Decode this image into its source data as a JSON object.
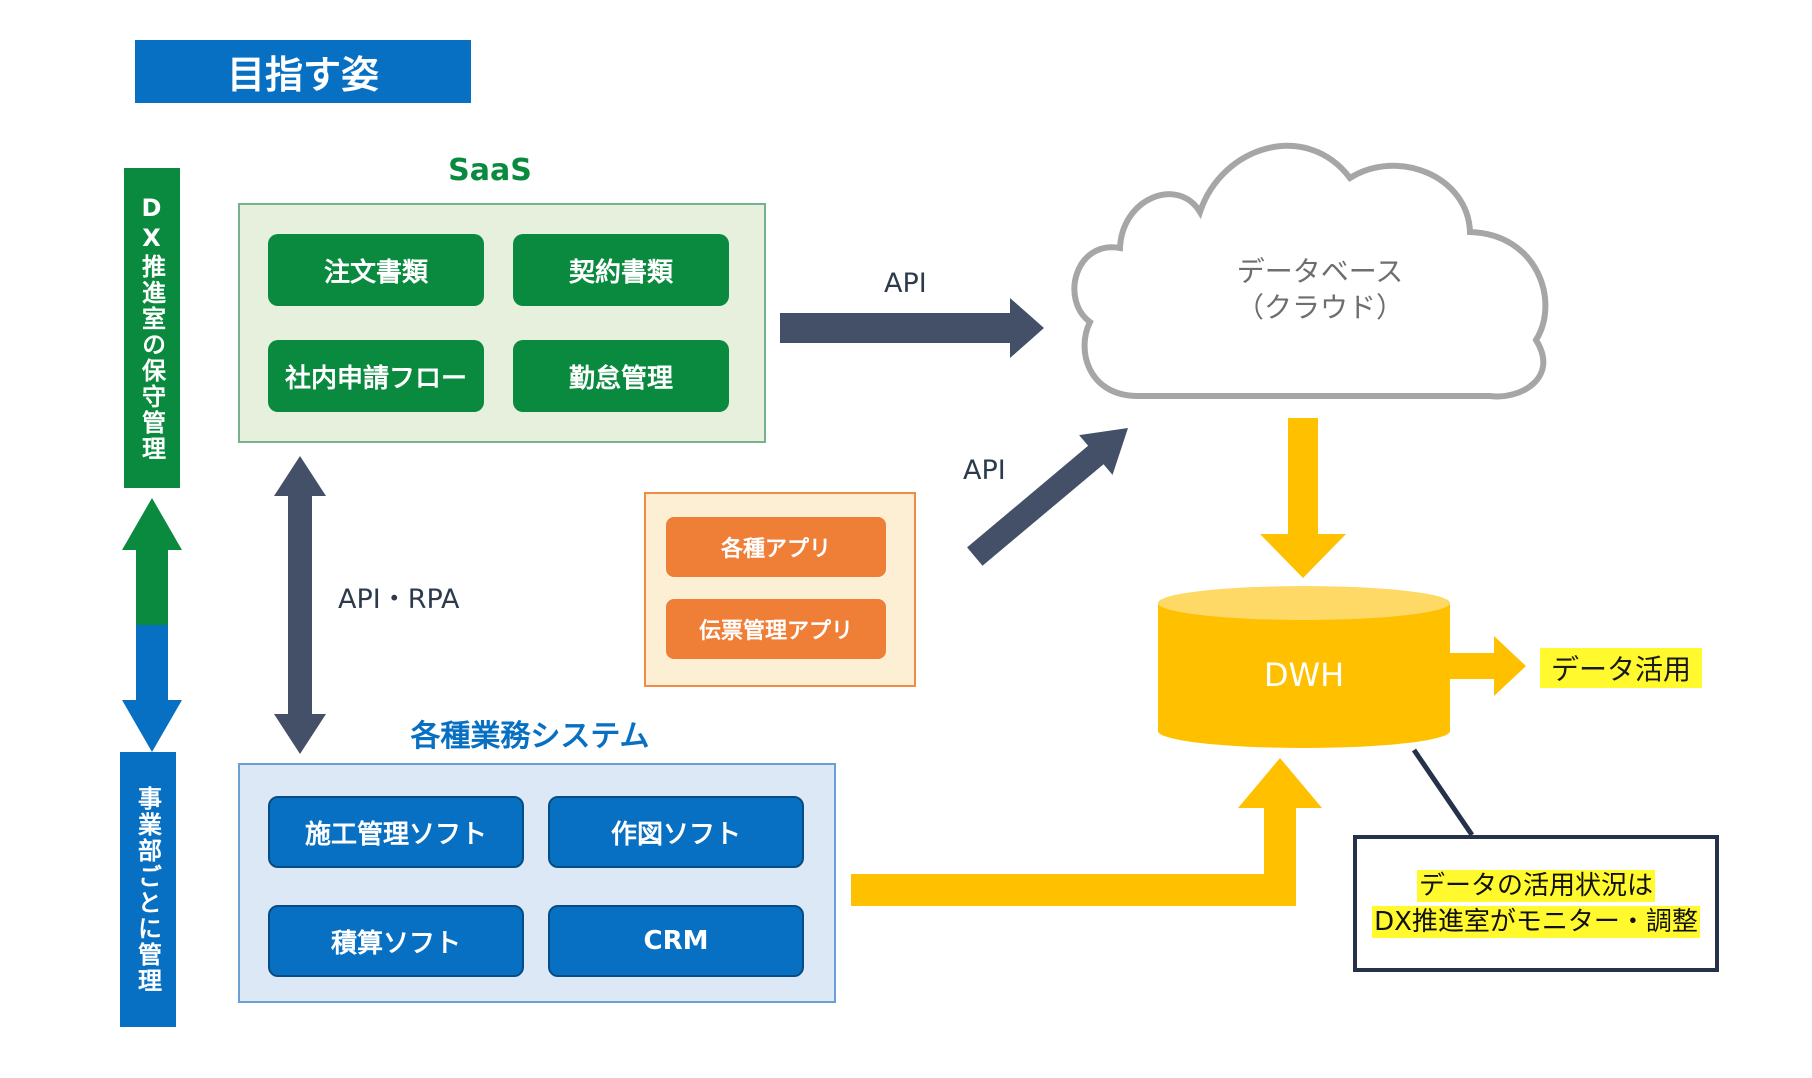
{
  "title": "目指す姿",
  "side_labels": {
    "top": "DX推進室の保守管理",
    "bottom": "事業部ごとに管理"
  },
  "saas": {
    "title": "SaaS",
    "items": [
      "注文書類",
      "契約書類",
      "社内申請フロー",
      "勤怠管理"
    ]
  },
  "systems": {
    "title": "各種業務システム",
    "items": [
      "施工管理ソフト",
      "作図ソフト",
      "積算ソフト",
      "CRM"
    ]
  },
  "apps": {
    "items": [
      "各種アプリ",
      "伝票管理アプリ"
    ]
  },
  "edges": {
    "saas_to_cloud": "API",
    "apps_to_cloud": "API",
    "saas_systems": "API・RPA"
  },
  "cloud": {
    "line1": "データベース",
    "line2": "（クラウド）"
  },
  "dwh": {
    "label": "DWH"
  },
  "data_use": "データ活用",
  "note": {
    "line1": "データの活用状況は",
    "line2": "DX推進室がモニター・調整"
  },
  "colors": {
    "green": "#0a8a3f",
    "blue": "#0870c2",
    "orange": "#ef7e37",
    "navy_arrow": "#435068",
    "yellow": "#ffc000",
    "highlight": "#fff92e",
    "cloud_outline": "#a6a6a6"
  }
}
